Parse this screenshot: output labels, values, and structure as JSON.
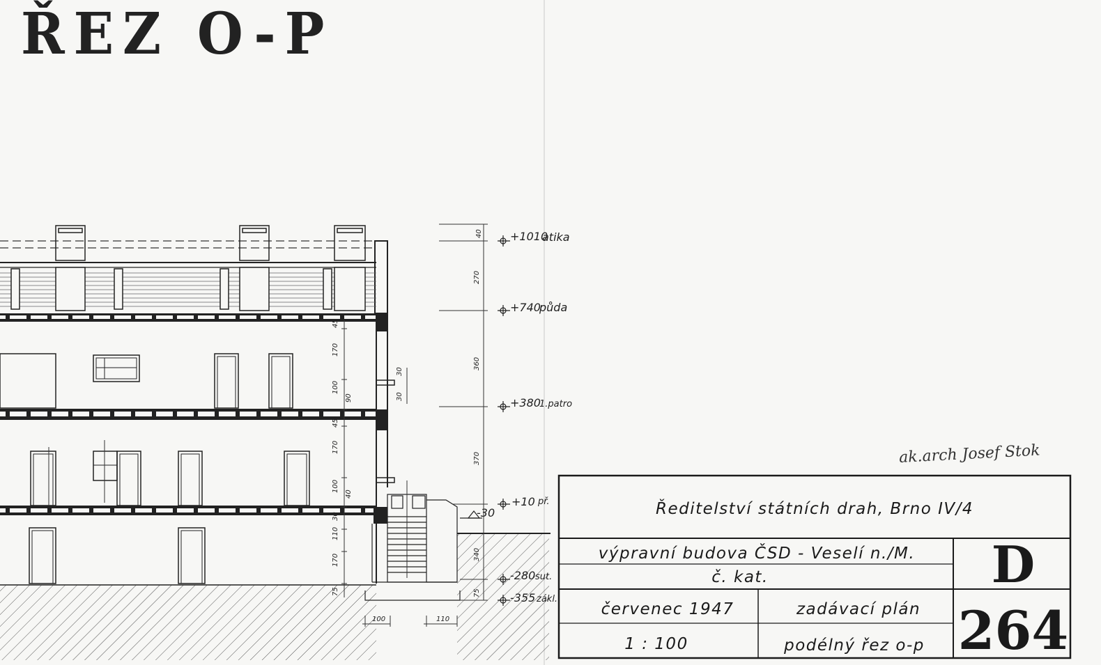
{
  "title": "ŘEZ O-P",
  "signature": "ak.arch Josef Stok",
  "levels": [
    {
      "value": "+1010",
      "label": "atika"
    },
    {
      "value": "+740",
      "label": "půda"
    },
    {
      "value": "+380",
      "label": "1.patro"
    },
    {
      "value": "+10",
      "label": "př."
    },
    {
      "value": "-30",
      "label": ""
    },
    {
      "value": "-280",
      "label": "sut."
    },
    {
      "value": "-355",
      "label": "zákl."
    }
  ],
  "dimensions": {
    "vertical_main": [
      "40",
      "270",
      "360",
      "370",
      "340",
      "75"
    ],
    "vertical_inner": [
      "45",
      "170",
      "100",
      "90",
      "45",
      "170",
      "100",
      "40",
      "30",
      "110",
      "170",
      "75"
    ],
    "horizontal": [
      "100",
      "110"
    ],
    "step": [
      "30",
      "30"
    ]
  },
  "title_block": {
    "authority": "Ředitelství státních drah, Brno IV/4",
    "building": "výpravní budova ČSD - Veselí n./M.",
    "catalog": "č. kat.",
    "date": "červenec 1947",
    "plan_type": "zadávací plán",
    "scale": "1 : 100",
    "section_name": "podélný řez o-p",
    "series": "D",
    "number": "264"
  }
}
